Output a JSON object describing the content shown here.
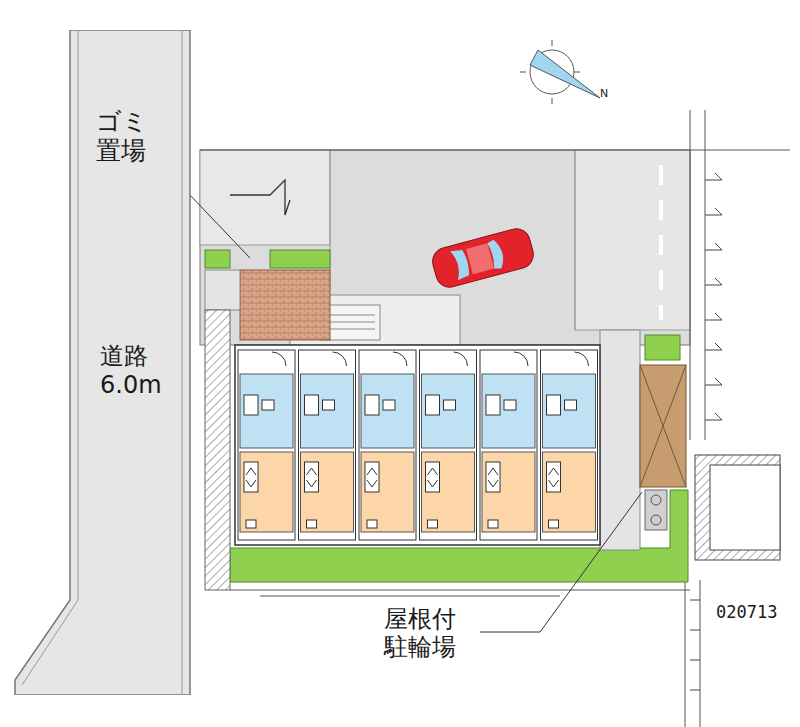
{
  "diagram": {
    "nodes": [
      {
        "text": [
          "道路 6.0m"
        ]
      }
    ],
    "labels": [
      "ゴミ 置場",
      "屋根付 駐輪場",
      "020713",
      "N"
    ]
  }
}
